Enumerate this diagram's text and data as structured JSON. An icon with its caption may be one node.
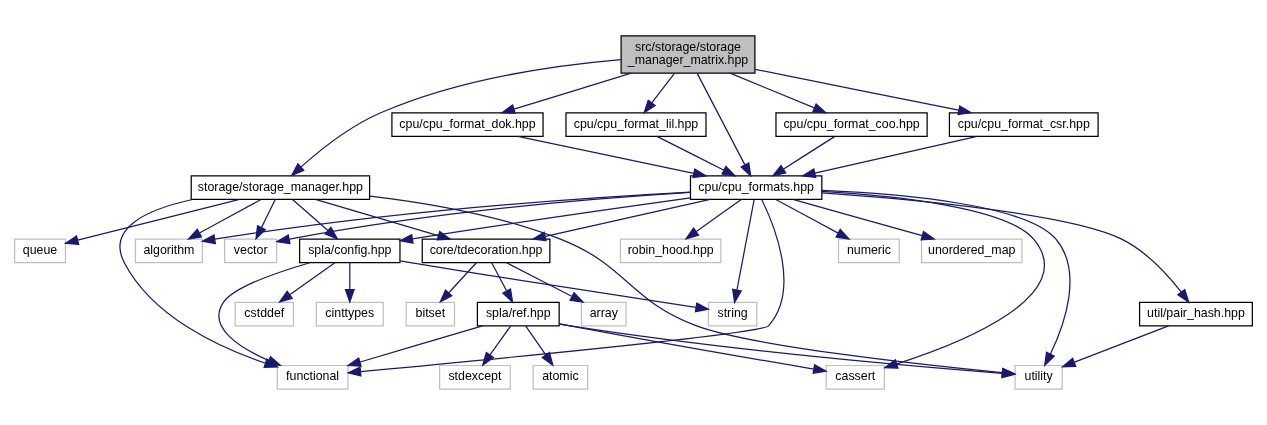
{
  "diagram": {
    "nodes": [
      {
        "text": [
          "src/storage/storage _manager_matrix.hpp"
        ]
      },
      {
        "text": [
          "cpu/cpu_format_dok.hpp"
        ]
      },
      {
        "text": [
          "cpu/cpu_format_lil.hpp"
        ]
      },
      {
        "text": [
          "cpu/cpu_format_coo.hpp"
        ]
      },
      {
        "text": [
          "cpu/cpu_format_csr.hpp"
        ]
      },
      {
        "text": [
          "storage/storage_manager.hpp"
        ]
      },
      {
        "text": [
          "cpu/cpu_formats.hpp"
        ]
      },
      {
        "text": [
          "queue"
        ]
      },
      {
        "text": [
          "algorithm"
        ]
      },
      {
        "text": [
          "vector"
        ]
      },
      {
        "text": [
          "spla/config.hpp"
        ]
      },
      {
        "text": [
          "core/tdecoration.hpp"
        ]
      },
      {
        "text": [
          "robin_hood.hpp"
        ]
      },
      {
        "text": [
          "numeric"
        ]
      },
      {
        "text": [
          "unordered_map"
        ]
      },
      {
        "text": [
          "cstddef"
        ]
      },
      {
        "text": [
          "cinttypes"
        ]
      },
      {
        "text": [
          "string"
        ]
      },
      {
        "text": [
          "bitset"
        ]
      },
      {
        "text": [
          "spla/ref.hpp"
        ]
      },
      {
        "text": [
          "array"
        ]
      },
      {
        "text": [
          "util/pair_hash.hpp"
        ]
      },
      {
        "text": [
          "functional"
        ]
      },
      {
        "text": [
          "stdexcept"
        ]
      },
      {
        "text": [
          "atomic"
        ]
      },
      {
        "text": [
          "cassert"
        ]
      },
      {
        "text": [
          "utility"
        ]
      }
    ],
    "edges": [
      {
        "from": 0,
        "to": 5,
        "arrow": "to"
      },
      {
        "from": 0,
        "to": 1,
        "arrow": "to"
      },
      {
        "from": 0,
        "to": 2,
        "arrow": "to"
      },
      {
        "from": 0,
        "to": 6,
        "arrow": "to"
      },
      {
        "from": 0,
        "to": 3,
        "arrow": "to"
      },
      {
        "from": 0,
        "to": 4,
        "arrow": "to"
      },
      {
        "from": 1,
        "to": 6,
        "arrow": "to"
      },
      {
        "from": 2,
        "to": 6,
        "arrow": "to"
      },
      {
        "from": 3,
        "to": 6,
        "arrow": "to"
      },
      {
        "from": 4,
        "to": 6,
        "arrow": "to"
      },
      {
        "from": 5,
        "to": 7,
        "arrow": "to"
      },
      {
        "from": 5,
        "to": 22,
        "arrow": "to"
      },
      {
        "from": 5,
        "to": 8,
        "arrow": "to"
      },
      {
        "from": 5,
        "to": 9,
        "arrow": "to"
      },
      {
        "from": 5,
        "to": 10,
        "arrow": "to"
      },
      {
        "from": 5,
        "to": 11,
        "arrow": "to"
      },
      {
        "from": 5,
        "to": 26,
        "arrow": "to"
      },
      {
        "from": 6,
        "to": 8,
        "arrow": "to"
      },
      {
        "from": 6,
        "to": 9,
        "arrow": "to"
      },
      {
        "from": 6,
        "to": 22,
        "arrow": "to"
      },
      {
        "from": 6,
        "to": 10,
        "arrow": "to"
      },
      {
        "from": 6,
        "to": 17,
        "arrow": "to"
      },
      {
        "from": 6,
        "to": 11,
        "arrow": "to"
      },
      {
        "from": 6,
        "to": 12,
        "arrow": "to"
      },
      {
        "from": 6,
        "to": 25,
        "arrow": "to"
      },
      {
        "from": 6,
        "to": 13,
        "arrow": "to"
      },
      {
        "from": 6,
        "to": 14,
        "arrow": "to"
      },
      {
        "from": 6,
        "to": 26,
        "arrow": "to"
      },
      {
        "from": 6,
        "to": 21,
        "arrow": "to"
      },
      {
        "from": 10,
        "to": 22,
        "arrow": "to"
      },
      {
        "from": 10,
        "to": 15,
        "arrow": "to"
      },
      {
        "from": 10,
        "to": 16,
        "arrow": "to"
      },
      {
        "from": 10,
        "to": 17,
        "arrow": "to"
      },
      {
        "from": 11,
        "to": 18,
        "arrow": "to"
      },
      {
        "from": 11,
        "to": 19,
        "arrow": "to"
      },
      {
        "from": 11,
        "to": 20,
        "arrow": "to"
      },
      {
        "from": 19,
        "to": 22,
        "arrow": "to"
      },
      {
        "from": 19,
        "to": 23,
        "arrow": "to"
      },
      {
        "from": 19,
        "to": 24,
        "arrow": "to"
      },
      {
        "from": 19,
        "to": 25,
        "arrow": "to"
      },
      {
        "from": 19,
        "to": 26,
        "arrow": "to"
      },
      {
        "from": 21,
        "to": 26,
        "arrow": "to"
      }
    ]
  }
}
